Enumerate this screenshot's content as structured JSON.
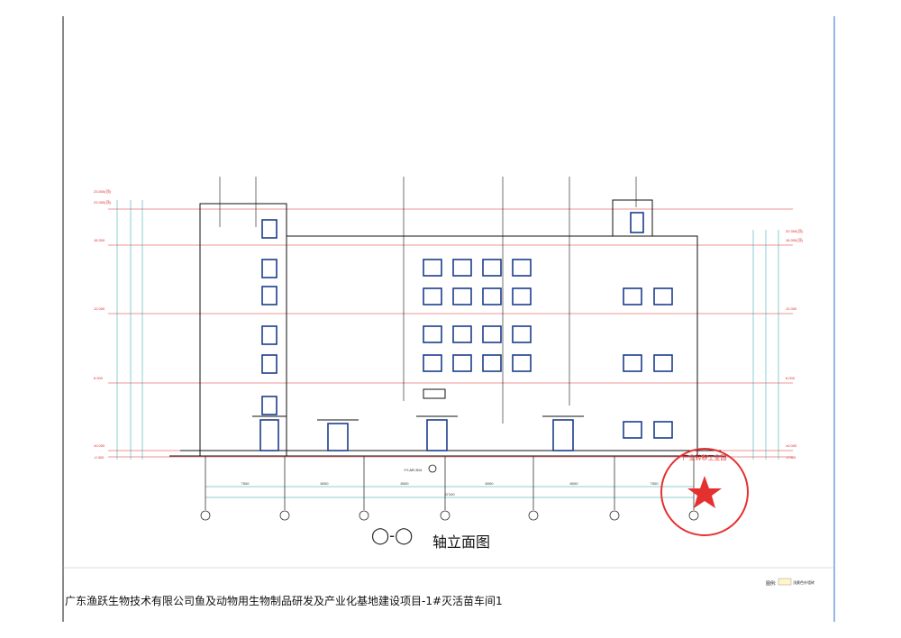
{
  "drawing": {
    "title": "轴立面图",
    "axis_start": "◯",
    "axis_sep": "-",
    "axis_end": "◯",
    "project_title": "广东渔跃生物技术有限公司鱼及动物用生物制品研发及产业化基地建设项目-1#灭活苗车间1",
    "legend_label": "图例:",
    "legend_text": "浅黄色外墙砖",
    "elevations_left": [
      "23.500(顶)",
      "23.300(顶)",
      "18.300",
      "12.000",
      "6.000",
      "±0.000",
      "-0.300"
    ],
    "elevations_right": [
      "20.300(顶)",
      "18.300(顶)",
      "12.000",
      "6.000",
      "±0.000",
      "-0.300"
    ],
    "dimensions_bottom": [
      "7500",
      "8000",
      "8000",
      "8000",
      "8000",
      "7500"
    ],
    "dimension_total": "47100",
    "detail_tag": "YY-AR-304"
  },
  "colors": {
    "line": "#1a1a1a",
    "red_grid": "#e02a2a",
    "window": "#1c3d8c",
    "dim": "#1f9aa8",
    "stamp": "#e53030"
  }
}
